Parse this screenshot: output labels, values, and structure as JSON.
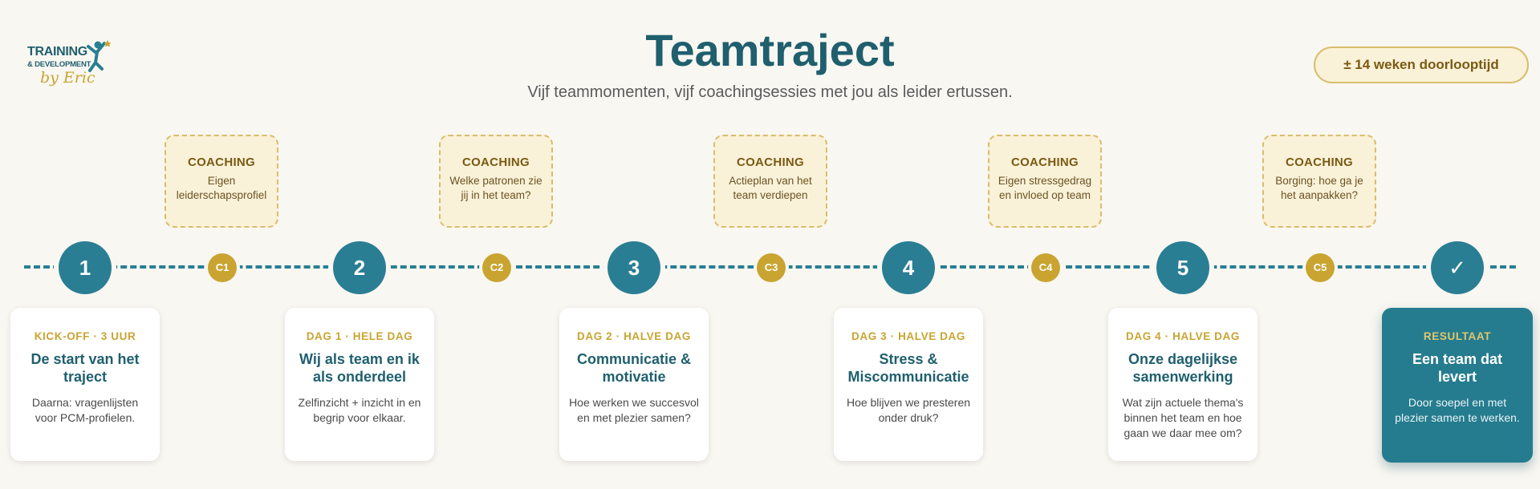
{
  "logo": {
    "line1": "TRAINING",
    "line2": "& DEVELOPMENT",
    "line3": "by Eric"
  },
  "header": {
    "title": "Teamtraject",
    "subtitle": "Vijf teammomenten, vijf coachingsessies met jou als leider ertussen.",
    "duration": "± 14 weken doorlooptijd"
  },
  "colors": {
    "teal": "#2a7e93",
    "gold": "#c9a431",
    "cream": "#faf1d9"
  },
  "steps": [
    {
      "node": "1",
      "tag": "KICK-OFF · 3 UUR",
      "name": "De start van het traject",
      "desc": "Daarna: vragenlijsten voor PCM-profielen."
    },
    {
      "node": "2",
      "tag": "DAG 1 · HELE DAG",
      "name": "Wij als team en ik als onderdeel",
      "desc": "Zelfinzicht + inzicht in en begrip voor elkaar."
    },
    {
      "node": "3",
      "tag": "DAG 2 · HALVE DAG",
      "name": "Communicatie & motivatie",
      "desc": "Hoe werken we succesvol en met plezier samen?"
    },
    {
      "node": "4",
      "tag": "DAG 3 · HALVE DAG",
      "name": "Stress & Miscommunicatie",
      "desc": "Hoe blijven we presteren onder druk?"
    },
    {
      "node": "5",
      "tag": "DAG 4 · HALVE DAG",
      "name": "Onze dagelijkse samenwerking",
      "desc": "Wat zijn actuele thema's binnen het team en hoe gaan we daar mee om?"
    }
  ],
  "result": {
    "node": "✓",
    "tag": "RESULTAAT",
    "name": "Een team dat levert",
    "desc": "Door soepel en met plezier samen te werken."
  },
  "coaching": [
    {
      "node": "C1",
      "title": "COACHING",
      "desc": "Eigen leiderschapsprofiel"
    },
    {
      "node": "C2",
      "title": "COACHING",
      "desc": "Welke patronen zie jij in het team?"
    },
    {
      "node": "C3",
      "title": "COACHING",
      "desc": "Actieplan van het team verdiepen"
    },
    {
      "node": "C4",
      "title": "COACHING",
      "desc": "Eigen stressgedrag en invloed op team"
    },
    {
      "node": "C5",
      "title": "COACHING",
      "desc": "Borging: hoe ga je het aanpakken?"
    }
  ]
}
